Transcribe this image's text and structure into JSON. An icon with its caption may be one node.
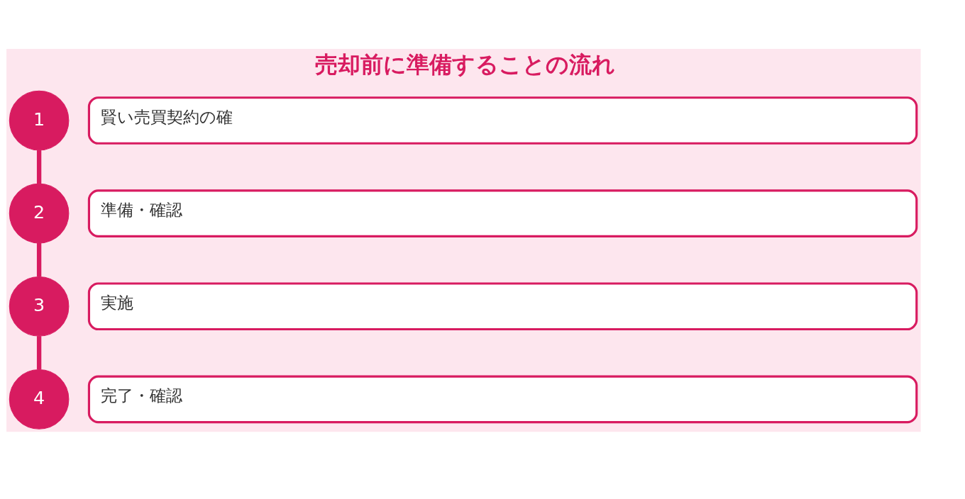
{
  "diagram": {
    "title": "売却前に準備することの流れ",
    "nodes": [
      {
        "text": [
          "1"
        ]
      },
      {
        "text": [
          "賢い売買契約の確"
        ]
      },
      {
        "text": [
          "2"
        ]
      },
      {
        "text": [
          "準備・確認"
        ]
      },
      {
        "text": [
          "3"
        ]
      },
      {
        "text": [
          "実施"
        ]
      },
      {
        "text": [
          "4"
        ]
      },
      {
        "text": [
          "完了・確認"
        ]
      }
    ],
    "edges": [
      {
        "from": 0,
        "to": 2,
        "arrow": "none"
      },
      {
        "from": 2,
        "to": 4,
        "arrow": "none"
      },
      {
        "from": 4,
        "to": 6,
        "arrow": "none"
      }
    ]
  }
}
